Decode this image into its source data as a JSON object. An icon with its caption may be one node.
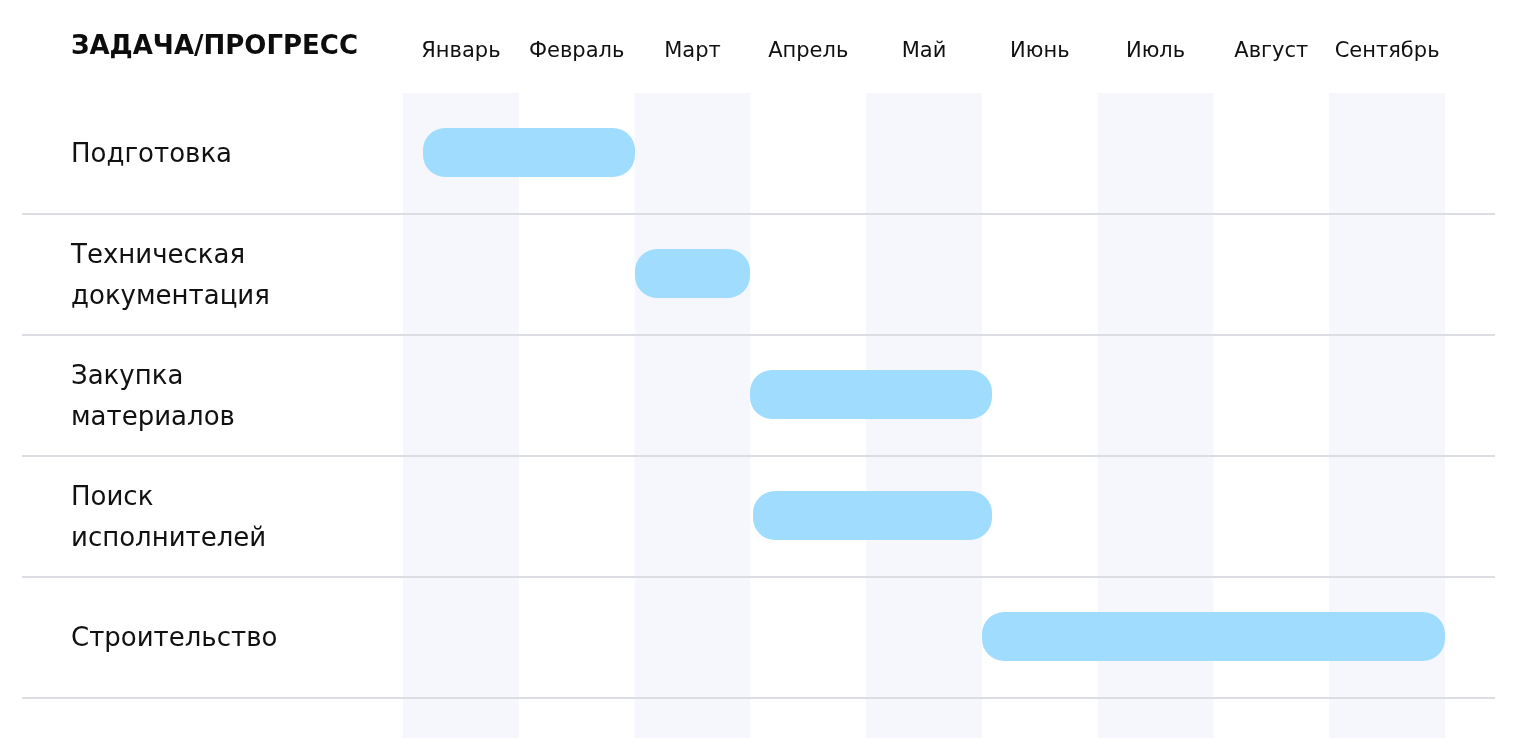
{
  "diagram": {
    "nodes": [
      {
        "text": [],
        "shape": "bar"
      },
      {
        "text": [],
        "shape": "bar"
      },
      {
        "text": [],
        "shape": "bar"
      },
      {
        "text": [],
        "shape": "bar"
      },
      {
        "text": [],
        "shape": "bar"
      }
    ],
    "labels": [
      "ЗАДАЧА/ПРОГРЕСС",
      "Январь",
      "Февраль",
      "Март",
      "Апрель",
      "Май",
      "Июнь",
      "Июль",
      "Август",
      "Сентябрь",
      "Подготовка",
      "Техническая документация",
      "Закупка материалов",
      "Поиск исполнителей",
      "Строительство"
    ]
  }
}
